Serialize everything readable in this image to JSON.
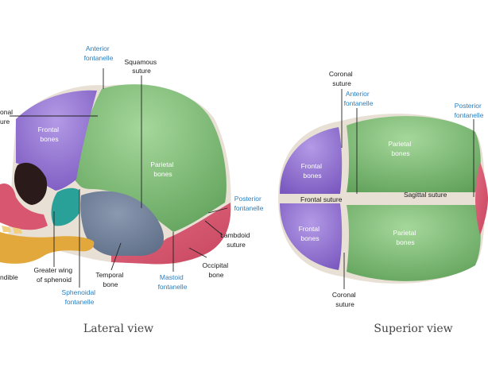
{
  "lateral": {
    "caption": "Lateral view",
    "labels": {
      "anterior_fontanelle": [
        "Anterior",
        "fontanelle"
      ],
      "squamous_suture": [
        "Squamous",
        "suture"
      ],
      "coronal_suture_partial": [
        "onal",
        "ure"
      ],
      "frontal_bones": [
        "Frontal",
        "bones"
      ],
      "parietal_bones": [
        "Parietal",
        "bones"
      ],
      "posterior_fontanelle": [
        "Posterior",
        "fontanelle"
      ],
      "lambdoid_suture": [
        "Lambdoid",
        "suture"
      ],
      "occipital_bone": [
        "Occipital",
        "bone"
      ],
      "mastoid_fontanelle": [
        "Mastoid",
        "fontanelle"
      ],
      "temporal_bone": [
        "Temporal",
        "bone"
      ],
      "sphenoidal_fontanelle": [
        "Sphenoidal",
        "fontanelle"
      ],
      "greater_wing": [
        "Greater wing",
        "of sphenoid"
      ],
      "mandible_partial": "ndible"
    }
  },
  "superior": {
    "caption": "Superior view",
    "labels": {
      "coronal_suture_top": [
        "Coronal",
        "suture"
      ],
      "anterior_fontanelle": [
        "Anterior",
        "fontanelle"
      ],
      "posterior_fontanelle": [
        "Posterior",
        "fontanelle"
      ],
      "frontal_bones_top": [
        "Frontal",
        "bones"
      ],
      "parietal_bones_top": [
        "Parietal",
        "bones"
      ],
      "frontal_suture": "Frontal suture",
      "sagittal_suture": "Sagittal suture",
      "frontal_bones_bottom": [
        "Frontal",
        "bones"
      ],
      "parietal_bones_bottom": [
        "Parietal",
        "bones"
      ],
      "coronal_suture_bottom": [
        "Coronal",
        "suture"
      ]
    }
  },
  "colors": {
    "frontal": "#8f6fcf",
    "parietal": "#6faf69",
    "temporal": "#6f7f99",
    "occipital": "#d8566f",
    "sphenoid": "#2aa198",
    "mandible": "#e2a83c",
    "suture": "#e8e0d4",
    "label_blue": "#2a7fc0"
  }
}
